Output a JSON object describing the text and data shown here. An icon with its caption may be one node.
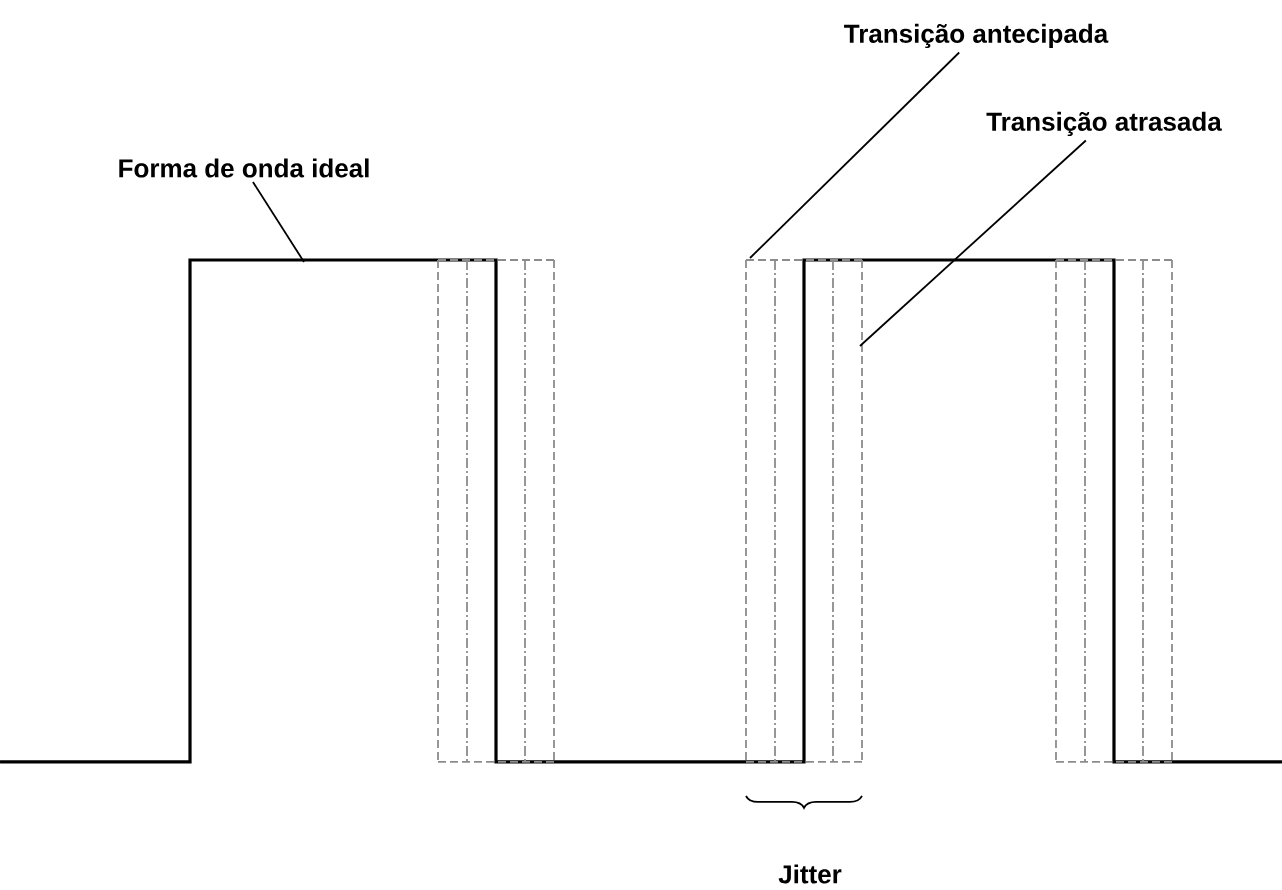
{
  "diagram": {
    "nodes": [
      {
        "text": [
          "Forma de onda ideal"
        ]
      },
      {
        "text": [
          "Transição antecipada"
        ]
      },
      {
        "text": [
          "Transição atrasada"
        ]
      }
    ],
    "edges": [
      {
        "from": 0,
        "to": null,
        "arrow": "none"
      },
      {
        "from": 1,
        "to": null,
        "arrow": "none"
      },
      {
        "from": 2,
        "to": null,
        "arrow": "none"
      }
    ],
    "labels": [
      "Jitter"
    ]
  }
}
